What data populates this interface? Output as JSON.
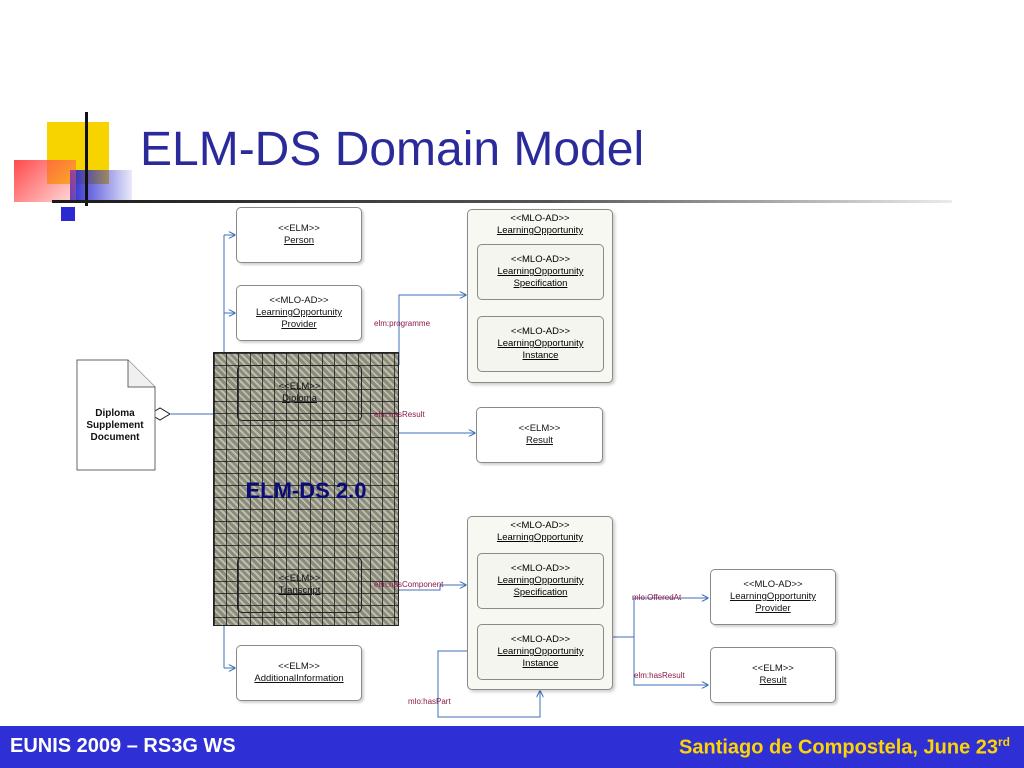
{
  "slide": {
    "title": "ELM-DS Domain Model"
  },
  "diagram": {
    "document": {
      "line1": "Diploma",
      "line2": "Supplement",
      "line3": "Document"
    },
    "overlay_label": "ELM-DS 2.0",
    "nodes": {
      "person": {
        "stereotype": "<<ELM>>",
        "name": "Person"
      },
      "provider_top": {
        "stereotype": "<<MLO-AD>>",
        "name1": "LearningOpportunity",
        "name2": "Provider"
      },
      "diploma": {
        "stereotype": "<<ELM>>",
        "name": "Diploma"
      },
      "transcript": {
        "stereotype": "<<ELM>>",
        "name": "Transcript"
      },
      "additional_info": {
        "stereotype": "<<ELM>>",
        "name": "AdditionalInformation"
      },
      "result_mid": {
        "stereotype": "<<ELM>>",
        "name": "Result"
      },
      "lo_top": {
        "stereotype": "<<MLO-AD>>",
        "name": "LearningOpportunity",
        "spec": {
          "stereotype": "<<MLO-AD>>",
          "name1": "LearningOpportunity",
          "name2": "Specification"
        },
        "instance": {
          "stereotype": "<<MLO-AD>>",
          "name1": "LearningOpportunity",
          "name2": "Instance"
        }
      },
      "lo_bottom": {
        "stereotype": "<<MLO-AD>>",
        "name": "LearningOpportunity",
        "spec": {
          "stereotype": "<<MLO-AD>>",
          "name1": "LearningOpportunity",
          "name2": "Specification"
        },
        "instance": {
          "stereotype": "<<MLO-AD>>",
          "name1": "LearningOpportunity",
          "name2": "Instance"
        }
      },
      "provider_right": {
        "stereotype": "<<MLO-AD>>",
        "name1": "LearningOpportunity",
        "name2": "Provider"
      },
      "result_right": {
        "stereotype": "<<ELM>>",
        "name": "Result"
      }
    },
    "edge_labels": {
      "programme": "elm:programme",
      "has_result": "elm:hasResult",
      "has_component": "elm:hasComponent",
      "offered_at": "mlo:OfferedAt",
      "has_result_right": "elm:hasResult",
      "has_part": "mlo:hasPart"
    }
  },
  "footer": {
    "left": "EUNIS 2009 – RS3G WS",
    "right": "Santiago de Compostela, June 23",
    "right_sup": "rd"
  },
  "colors": {
    "title": "#2a2a9a",
    "footer_bg": "#2f2fd6",
    "footer_right": "#ffd400",
    "edge": "#3f6fb8",
    "edge_label": "#8b1a4a"
  }
}
